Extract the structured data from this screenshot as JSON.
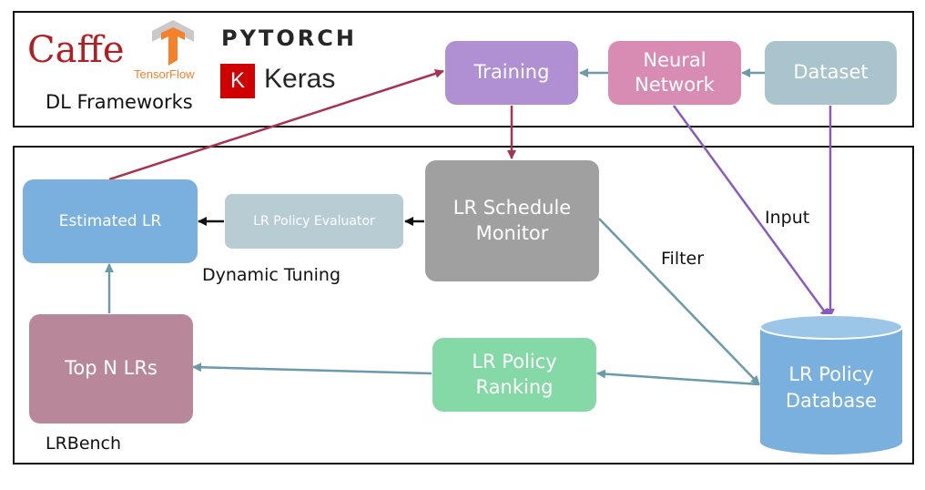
{
  "frameworks": {
    "caption": "DL Frameworks",
    "logos": {
      "caffe": "Caffe",
      "tensorflow": "TensorFlow",
      "pytorch": "PYTORCH",
      "keras": "Keras",
      "keras_badge": "K"
    },
    "training": "Training",
    "neural_network": "Neural Network",
    "dataset": "Dataset"
  },
  "lrbench": {
    "caption": "LRBench",
    "estimated_lr": "Estimated LR",
    "policy_evaluator": "LR Policy Evaluator",
    "schedule_monitor": "LR Schedule Monitor",
    "top_n": "Top N LRs",
    "policy_ranking": "LR Policy Ranking",
    "policy_database": "LR Policy Database"
  },
  "edge_labels": {
    "dynamic_tuning": "Dynamic Tuning",
    "filter": "Filter",
    "input": "Input"
  },
  "colors": {
    "training": "#b08fd2",
    "neural_network": "#d98cb3",
    "dataset": "#a9c4cc",
    "estimated_lr": "#7ab0dd",
    "policy_evaluator": "#b7cdd3",
    "schedule_monitor": "#a0a0a0",
    "top_n": "#b8889a",
    "policy_ranking": "#84d9a7",
    "policy_database": "#7ab0dd",
    "arrow_red": "#a8324f",
    "arrow_teal": "#6b9aa8",
    "arrow_purple": "#8a5bbf",
    "caffe": "#b21e23",
    "tensorflow": "#f5822a",
    "keras_badge": "#d00000"
  }
}
